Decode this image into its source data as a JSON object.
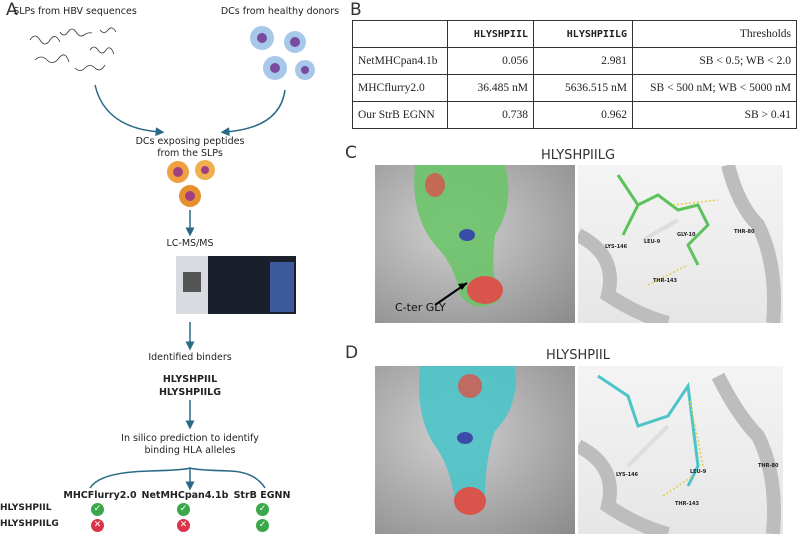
{
  "panel_a": {
    "label": "A",
    "slps": "SLPs from HBV sequences",
    "dcs": "DCs from healthy donors",
    "exposing": [
      "DCs exposing peptides",
      "from the SLPs"
    ],
    "lcms": "LC-MS/MS",
    "identified": "Identified binders",
    "binders": [
      "HLYSHPIIL",
      "HLYSHPIILG"
    ],
    "insilico": [
      "In silico prediction to identify",
      "binding HLA alleles"
    ],
    "tools": [
      "MHCFlurry2.0",
      "NetMHCpan4.1b",
      "StrB EGNN"
    ],
    "results": [
      {
        "peptide": "HLYSHPIIL",
        "calls": [
          "check",
          "check",
          "check"
        ]
      },
      {
        "peptide": "HLYSHPIILG",
        "calls": [
          "cross",
          "cross",
          "check"
        ]
      }
    ],
    "colors": {
      "arrow": "#2a6a86",
      "check": "#3aa84a",
      "cross": "#d9344a"
    }
  },
  "panel_b": {
    "label": "B",
    "headers": [
      "",
      "HLYSHPIIL",
      "HLYSHPIILG",
      "Thresholds"
    ],
    "rows": [
      [
        "NetMHCpan4.1b",
        "0.056",
        "2.981",
        "SB < 0.5; WB < 2.0"
      ],
      [
        "MHCflurry2.0",
        "36.485 nM",
        "5636.515 nM",
        "SB < 500 nM; WB < 5000 nM"
      ],
      [
        "Our StrB EGNN",
        "0.738",
        "0.962",
        "SB > 0.41"
      ]
    ]
  },
  "panel_c": {
    "label": "C",
    "title": "HLYSHPIILG",
    "annotation": "C-ter GLY",
    "residues": [
      "LYS-146",
      "LEU-9",
      "GLY-10",
      "THR-80",
      "THR-143"
    ],
    "peptide_color": "#5cc25c"
  },
  "panel_d": {
    "label": "D",
    "title": "HLYSHPIIL",
    "residues": [
      "LYS-146",
      "LEU-9",
      "THR-80",
      "THR-143"
    ],
    "peptide_color": "#4cc4c8"
  }
}
